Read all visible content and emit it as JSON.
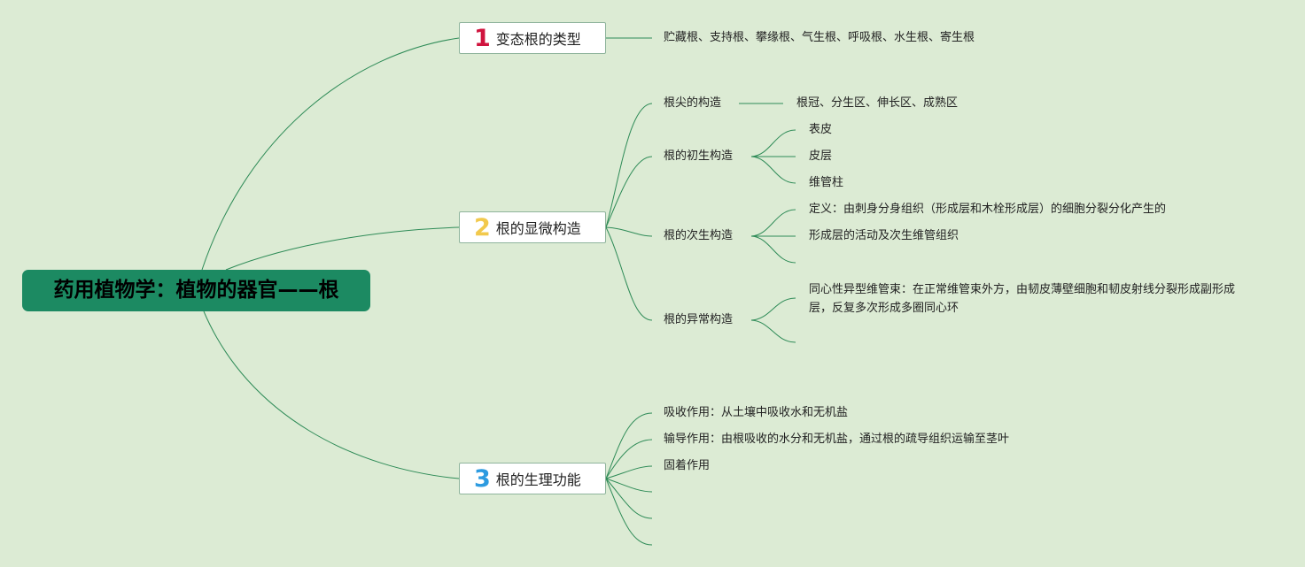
{
  "colors": {
    "background": "#dcebd4",
    "root": "#1c8a62",
    "line": "#2e8b57",
    "num1": "#d0143e",
    "num2": "#f2c94c",
    "num3": "#2d9be0"
  },
  "root": {
    "title": "药用植物学：植物的器官——根"
  },
  "branches": [
    {
      "num": "1",
      "label": "变态根的类型",
      "children": [
        {
          "label": "贮藏根、支持根、攀缘根、气生根、呼吸根、水生根、寄生根"
        }
      ]
    },
    {
      "num": "2",
      "label": "根的显微构造",
      "children": [
        {
          "label": "根尖的构造",
          "children": [
            {
              "label": "根冠、分生区、伸长区、成熟区"
            }
          ]
        },
        {
          "label": "根的初生构造",
          "children": [
            {
              "label": "表皮"
            },
            {
              "label": "皮层"
            },
            {
              "label": "维管柱"
            }
          ]
        },
        {
          "label": "根的次生构造",
          "children": [
            {
              "label": "定义：由刺身分身组织（形成层和木栓形成层）的细胞分裂分化产生的"
            },
            {
              "label": "形成层的活动及次生维管组织"
            },
            {
              "label": ""
            }
          ]
        },
        {
          "label": "根的异常构造",
          "children": [
            {
              "label": "同心性异型维管束：在正常维管束外方，由韧皮薄壁细胞和韧皮射线分裂形成副形成层，反复多次形成多圈同心环"
            },
            {
              "label": ""
            }
          ]
        }
      ]
    },
    {
      "num": "3",
      "label": "根的生理功能",
      "children": [
        {
          "label": "吸收作用：从土壤中吸收水和无机盐"
        },
        {
          "label": "输导作用：由根吸收的水分和无机盐，通过根的疏导组织运输至茎叶"
        },
        {
          "label": "固着作用"
        },
        {
          "label": ""
        },
        {
          "label": ""
        },
        {
          "label": ""
        }
      ]
    }
  ]
}
